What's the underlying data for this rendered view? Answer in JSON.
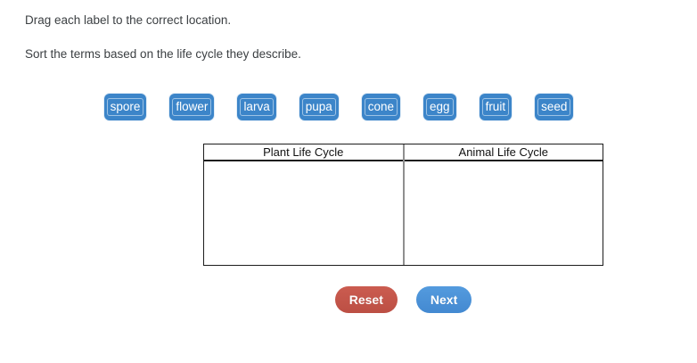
{
  "instructions": {
    "line1": "Drag each label to the correct location.",
    "line2": "Sort the terms based on the life cycle they describe."
  },
  "labels": [
    "spore",
    "flower",
    "larva",
    "pupa",
    "cone",
    "egg",
    "fruit",
    "seed"
  ],
  "table": {
    "columns": [
      {
        "header": "Plant Life Cycle"
      },
      {
        "header": "Animal Life Cycle"
      }
    ]
  },
  "actions": {
    "reset": "Reset",
    "next": "Next"
  },
  "colors": {
    "label_bg": "#3c85c9",
    "label_inner_outline": "#9cc2e5",
    "reset_bg": "#c2554a",
    "next_bg": "#4b92d8",
    "table_border": "#1c1c1c",
    "column_divider": "#8f8f8f",
    "instruction_text": "#3b3f42"
  }
}
